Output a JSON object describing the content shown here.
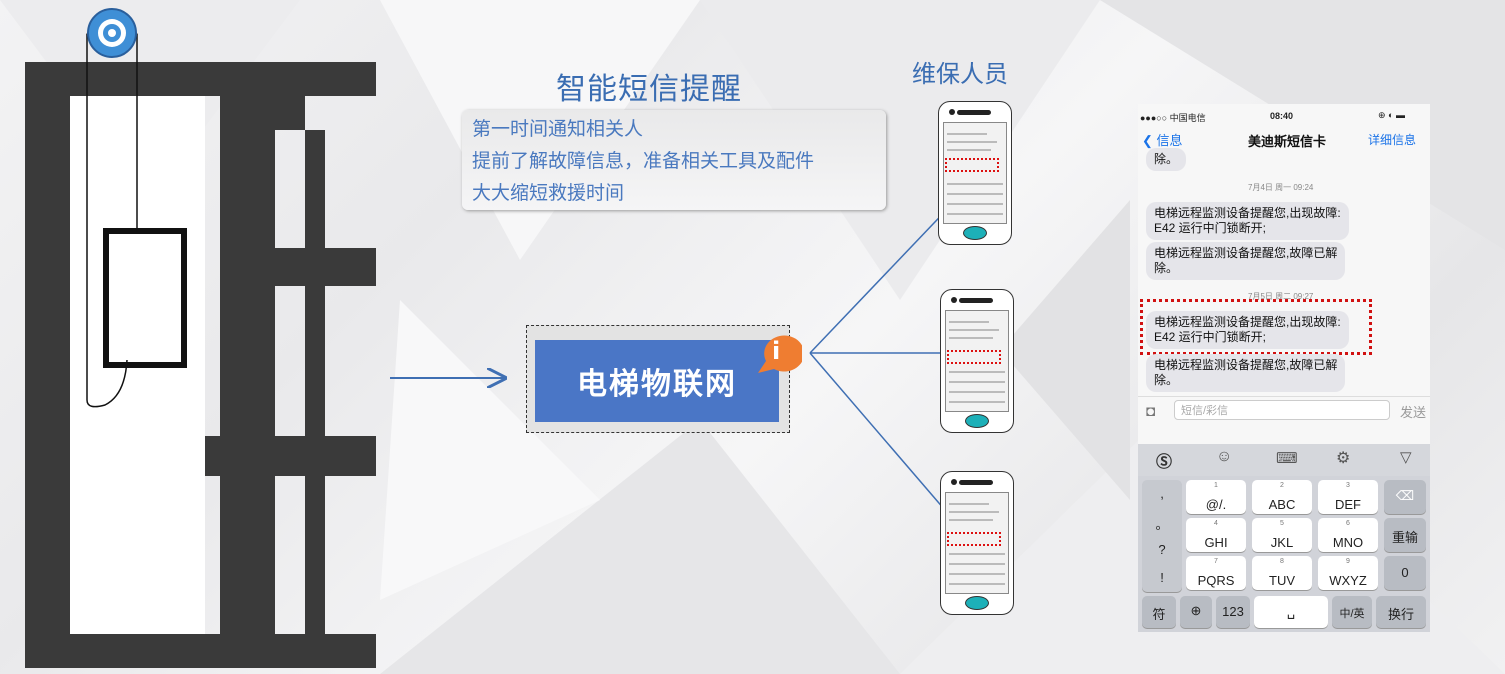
{
  "title": "智能短信提醒",
  "info_lines": [
    "第一时间通知相关人",
    "提前了解故障信息，准备相关工具及配件",
    "大大缩短救援时间"
  ],
  "staff_label": "维保人员",
  "iot_label": "电梯物联网",
  "badge_letter": "i",
  "phone_screen": {
    "status": {
      "carrier": "●●●○○ 中国电信",
      "time": "08:40",
      "icons": "⊕ ◐ ▬"
    },
    "nav": {
      "back": "信息",
      "contact": "美迪斯短信卡",
      "details": "详细信息"
    },
    "messages": {
      "top_fragment": "除。",
      "timestamp1": "7月4日 周一 09:24",
      "fault_msg": "电梯远程监测设备提醒您,出现故障:\nE42 运行中门锁断开;",
      "cleared_msg": "电梯远程监测设备提醒您,故障已解\n除。",
      "timestamp2": "7月5日 周二 09:27",
      "fault_msg2": "电梯远程监测设备提醒您,出现故障:\nE42 运行中门锁断开;",
      "cleared_msg2": "电梯远程监测设备提醒您,故障已解\n除。"
    },
    "input_placeholder": "短信/彩信",
    "send": "发送",
    "keyboard": {
      "left_col": [
        ",",
        "。",
        "?",
        "!"
      ],
      "row1": [
        {
          "n": "1",
          "l": "@/."
        },
        {
          "n": "2",
          "l": "ABC"
        },
        {
          "n": "3",
          "l": "DEF"
        }
      ],
      "row2": [
        {
          "n": "4",
          "l": "GHI"
        },
        {
          "n": "5",
          "l": "JKL"
        },
        {
          "n": "6",
          "l": "MNO"
        }
      ],
      "row3": [
        {
          "n": "7",
          "l": "PQRS"
        },
        {
          "n": "8",
          "l": "TUV"
        },
        {
          "n": "9",
          "l": "WXYZ"
        }
      ],
      "reenter": "重输",
      "zero": "0",
      "symbol": "符",
      "num": "123",
      "space": "␣",
      "lang": "中/英",
      "enter": "换行"
    }
  },
  "colors": {
    "accent": "#3a6db2",
    "iot_box": "#4a76c6",
    "badge": "#ef7d31",
    "alert": "#d11111"
  }
}
